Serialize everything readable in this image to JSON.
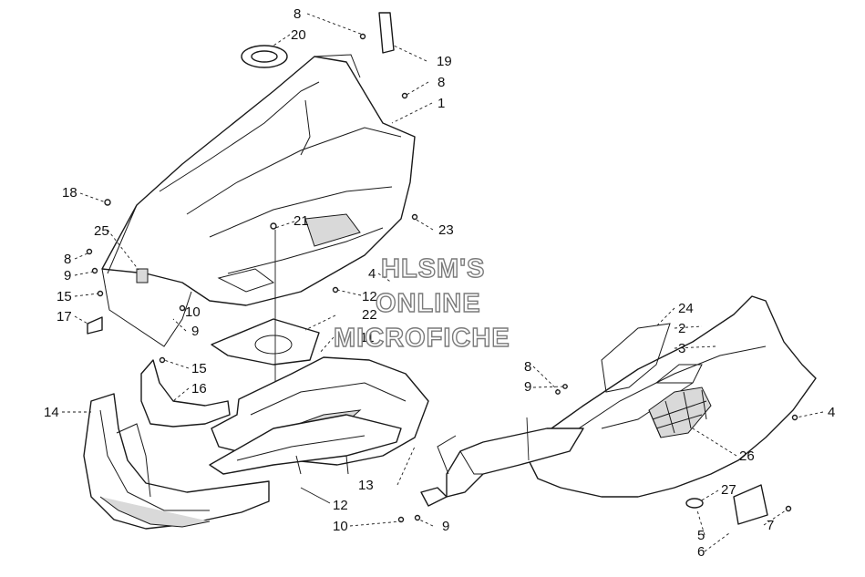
{
  "watermark": {
    "lines": [
      "HLSM'S",
      "ONLINE",
      "MICROFICHE"
    ]
  },
  "callouts": [
    {
      "id": "c8a",
      "label": "8"
    },
    {
      "id": "c20",
      "label": "20"
    },
    {
      "id": "c19",
      "label": "19"
    },
    {
      "id": "c8b",
      "label": "8"
    },
    {
      "id": "c1",
      "label": "1"
    },
    {
      "id": "c18",
      "label": "18"
    },
    {
      "id": "c21",
      "label": "21"
    },
    {
      "id": "c23",
      "label": "23"
    },
    {
      "id": "c25",
      "label": "25"
    },
    {
      "id": "c8c",
      "label": "8"
    },
    {
      "id": "c9a",
      "label": "9"
    },
    {
      "id": "c4a",
      "label": "4"
    },
    {
      "id": "c12a",
      "label": "12"
    },
    {
      "id": "c15a",
      "label": "15"
    },
    {
      "id": "c10a",
      "label": "10"
    },
    {
      "id": "c22",
      "label": "22"
    },
    {
      "id": "c17",
      "label": "17"
    },
    {
      "id": "c9b",
      "label": "9"
    },
    {
      "id": "c11",
      "label": "11"
    },
    {
      "id": "c15b",
      "label": "15"
    },
    {
      "id": "c16",
      "label": "16"
    },
    {
      "id": "c14",
      "label": "14"
    },
    {
      "id": "c24",
      "label": "24"
    },
    {
      "id": "c2",
      "label": "2"
    },
    {
      "id": "c3",
      "label": "3"
    },
    {
      "id": "c8d",
      "label": "8"
    },
    {
      "id": "c9c",
      "label": "9"
    },
    {
      "id": "c4b",
      "label": "4"
    },
    {
      "id": "c26",
      "label": "26"
    },
    {
      "id": "c13",
      "label": "13"
    },
    {
      "id": "c12b",
      "label": "12"
    },
    {
      "id": "c10b",
      "label": "10"
    },
    {
      "id": "c9d",
      "label": "9"
    },
    {
      "id": "c27",
      "label": "27"
    },
    {
      "id": "c5",
      "label": "5"
    },
    {
      "id": "c7",
      "label": "7"
    },
    {
      "id": "c6",
      "label": "6"
    }
  ]
}
